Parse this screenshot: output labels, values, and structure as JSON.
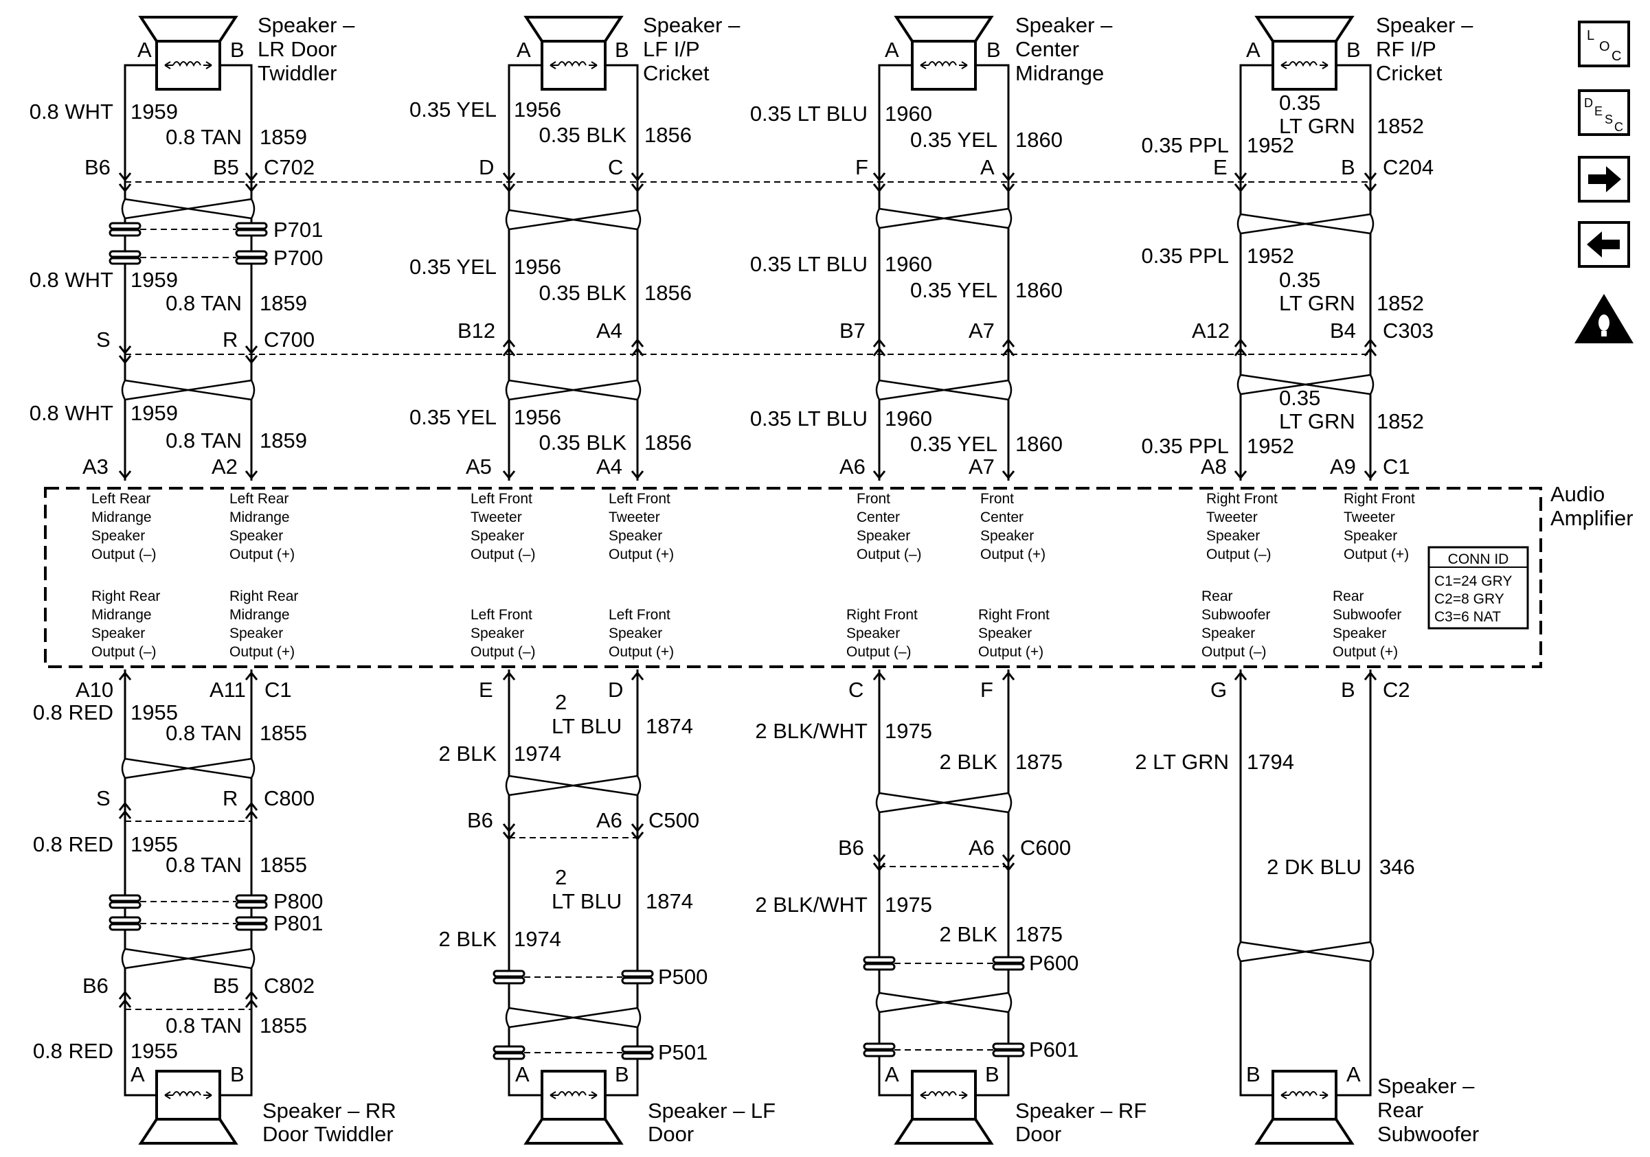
{
  "speakers_top": [
    {
      "name1": "Speaker –",
      "name2": "LR Door",
      "name3": "Twiddler",
      "pinL": "A",
      "pinR": "B"
    },
    {
      "name1": "Speaker –",
      "name2": "LF I/P",
      "name3": "Cricket",
      "pinL": "A",
      "pinR": "B"
    },
    {
      "name1": "Speaker –",
      "name2": "Center",
      "name3": "Midrange",
      "pinL": "A",
      "pinR": "B"
    },
    {
      "name1": "Speaker –",
      "name2": "RF I/P",
      "name3": "Cricket",
      "pinL": "A",
      "pinR": "B"
    }
  ],
  "speakers_bottom": [
    {
      "name1": "Speaker – RR",
      "name2": "Door Twiddler",
      "pinL": "A",
      "pinR": "B"
    },
    {
      "name1": "Speaker – LF",
      "name2": "Door",
      "pinL": "A",
      "pinR": "B"
    },
    {
      "name1": "Speaker – RF",
      "name2": "Door",
      "pinL": "A",
      "pinR": "B"
    },
    {
      "name1": "Speaker –",
      "name2": "Rear",
      "name3": "Subwoofer",
      "pinL": "B",
      "pinR": "A"
    }
  ],
  "top_wires": {
    "g1": {
      "a_lt1": "0.8 WHT",
      "a_c1": "1959",
      "a_lt2": "0.8 TAN",
      "a_c2": "1859",
      "b_lt1": "0.8 WHT",
      "b_c1": "1959",
      "b_lt2": "0.8 TAN",
      "b_c2": "1859",
      "c_lt1": "0.8 WHT",
      "c_c1": "1959",
      "c_lt2": "0.8 TAN",
      "c_c2": "1859"
    },
    "g2": {
      "a_lt1": "0.35 YEL",
      "a_c1": "1956",
      "a_lt2": "0.35 BLK",
      "a_c2": "1856",
      "b_lt1": "0.35 YEL",
      "b_c1": "1956",
      "b_lt2": "0.35 BLK",
      "b_c2": "1856",
      "c_lt1": "0.35 YEL",
      "c_c1": "1956",
      "c_lt2": "0.35 BLK",
      "c_c2": "1856"
    },
    "g3": {
      "a_lt1": "0.35 LT BLU",
      "a_c1": "1960",
      "a_lt2": "0.35 YEL",
      "a_c2": "1860",
      "b_lt1": "0.35 LT BLU",
      "b_c1": "1960",
      "b_lt2": "0.35 YEL",
      "b_c2": "1860",
      "c_lt1": "0.35 LT BLU",
      "c_c1": "1960",
      "c_lt2": "0.35 YEL",
      "c_c2": "1860"
    },
    "g4": {
      "a_lt1": "0.35 PPL",
      "a_c1": "1952",
      "a_lt2a": "0.35",
      "a_lt2b": "LT GRN",
      "a_c2": "1852",
      "b_lt1": "0.35 PPL",
      "b_c1": "1952",
      "b_lt2a": "0.35",
      "b_lt2b": "LT GRN",
      "b_c2": "1852",
      "c_lt1": "0.35 PPL",
      "c_c1": "1952",
      "c_lt2a": "0.35",
      "c_lt2b": "LT GRN",
      "c_c2": "1852"
    }
  },
  "top_connectors": {
    "row1": {
      "g1l": "B6",
      "g1r": "B5",
      "name1": "C702",
      "g2l": "D",
      "g2r": "C",
      "g3l": "F",
      "g3r": "A",
      "g4l": "E",
      "g4r": "B",
      "name4": "C204"
    },
    "p701": "P701",
    "p700": "P700",
    "row2": {
      "g1l": "S",
      "g1r": "R",
      "name1": "C700",
      "g2l": "B12",
      "g2r": "A4",
      "g3l": "B7",
      "g3r": "A7",
      "g4l": "A12",
      "g4r": "B4",
      "name4": "C303"
    },
    "row3": {
      "g1l": "A3",
      "g1r": "A2",
      "g2l": "A5",
      "g2r": "A4",
      "g3l": "A6",
      "g3r": "A7",
      "g4l": "A8",
      "g4r": "A9",
      "name4": "C1"
    }
  },
  "amplifier": {
    "title1": "Audio",
    "title2": "Amplifier",
    "top_row": [
      [
        "Left Rear",
        "Midrange",
        "Speaker",
        "Output (–)"
      ],
      [
        "Left Rear",
        "Midrange",
        "Speaker",
        "Output (+)"
      ],
      [
        "Left Front",
        "Tweeter",
        "Speaker",
        "Output (–)"
      ],
      [
        "Left Front",
        "Tweeter",
        "Speaker",
        "Output (+)"
      ],
      [
        "Front",
        "Center",
        "Speaker",
        "Output (–)"
      ],
      [
        "Front",
        "Center",
        "Speaker",
        "Output (+)"
      ],
      [
        "Right Front",
        "Tweeter",
        "Speaker",
        "Output (–)"
      ],
      [
        "Right Front",
        "Tweeter",
        "Speaker",
        "Output (+)"
      ]
    ],
    "bottom_row": [
      [
        "Right Rear",
        "Midrange",
        "Speaker",
        "Output (–)"
      ],
      [
        "Right Rear",
        "Midrange",
        "Speaker",
        "Output (+)"
      ],
      [
        "Left Front",
        "Speaker",
        "Output (–)"
      ],
      [
        "Left Front",
        "Speaker",
        "Output (+)"
      ],
      [
        "Right Front",
        "Speaker",
        "Output (–)"
      ],
      [
        "Right Front",
        "Speaker",
        "Output (+)"
      ],
      [
        "Rear",
        "Subwoofer",
        "Speaker",
        "Output (–)"
      ],
      [
        "Rear",
        "Subwoofer",
        "Speaker",
        "Output (+)"
      ]
    ],
    "conn_id": {
      "title": "CONN ID",
      "c1": "C1=24 GRY",
      "c2": "C2=8 GRY",
      "c3": "C3=6 NAT"
    }
  },
  "bottom_connectors": {
    "row1": {
      "g1l": "A10",
      "g1r": "A11",
      "name1": "C1",
      "g2l": "E",
      "g2r": "D",
      "g3l": "C",
      "g3r": "F",
      "g4l": "G",
      "g4r": "B",
      "name4": "C2"
    },
    "c800": {
      "l": "S",
      "r": "R",
      "name": "C800"
    },
    "p800": "P800",
    "p801": "P801",
    "c802": {
      "l": "B6",
      "r": "B5",
      "name": "C802"
    },
    "c500": {
      "l": "B6",
      "r": "A6",
      "name": "C500"
    },
    "p500": "P500",
    "p501": "P501",
    "c600": {
      "l": "B6",
      "r": "A6",
      "name": "C600"
    },
    "p600": "P600",
    "p601": "P601"
  },
  "bottom_wires": {
    "g1": {
      "a_lt1": "0.8 RED",
      "a_c1": "1955",
      "a_lt2": "0.8 TAN",
      "a_c2": "1855",
      "b_lt1": "0.8 RED",
      "b_c1": "1955",
      "b_lt2": "0.8 TAN",
      "b_c2": "1855",
      "c_lt2": "0.8 TAN",
      "c_c2": "1855",
      "c_lt1": "0.8 RED",
      "c_c1": "1955"
    },
    "g2": {
      "a_lt2a": "2",
      "a_lt2b": "LT BLU",
      "a_c2": "1874",
      "a_lt1": "2 BLK",
      "a_c1": "1974",
      "b_lt2a": "2",
      "b_lt2b": "LT BLU",
      "b_c2": "1874",
      "b_lt1": "2 BLK",
      "b_c1": "1974"
    },
    "g3": {
      "a_lt1": "2 BLK/WHT",
      "a_c1": "1975",
      "a_lt2": "2 BLK",
      "a_c2": "1875",
      "b_lt1": "2 BLK/WHT",
      "b_c1": "1975",
      "b_lt2": "2 BLK",
      "b_c2": "1875"
    },
    "g4": {
      "a_lt": "2 LT GRN",
      "a_c": "1794",
      "b_lt": "2 DK BLU",
      "b_c": "346"
    }
  },
  "side_icons": [
    {
      "name": "loc-icon",
      "l1": "L",
      "l2": "O",
      "l3": "C"
    },
    {
      "name": "desc-icon",
      "l1": "D",
      "l2": "E",
      "l3": "S",
      "l4": "C"
    },
    {
      "name": "next-arrow-icon"
    },
    {
      "name": "prev-arrow-icon"
    },
    {
      "name": "warning-icon"
    }
  ]
}
